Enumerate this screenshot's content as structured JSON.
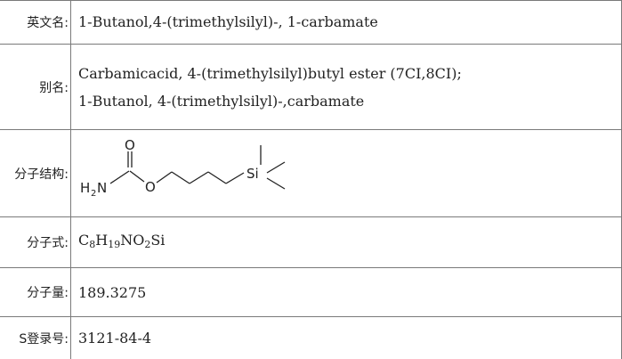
{
  "rows": {
    "english_name": {
      "label": "英文名:",
      "value": "1-Butanol,4-(trimethylsilyl)-, 1-carbamate"
    },
    "alias": {
      "label": "别名:",
      "line1": "Carbamicacid, 4-(trimethylsilyl)butyl ester (7CI,8CI);",
      "line2": "1-Butanol, 4-(trimethylsilyl)-,carbamate"
    },
    "structure": {
      "label": "分子结构:",
      "atoms": {
        "oxygen_top": "O",
        "amine": "H",
        "amine_sub": "2",
        "amine_n": "N",
        "oxygen_ester": "O",
        "silicon": "Si"
      }
    },
    "formula": {
      "label": "分子式:",
      "c": "C",
      "c_n": "8",
      "h": "H",
      "h_n": "19",
      "no": "NO",
      "o_n": "2",
      "si": "Si"
    },
    "weight": {
      "label": "分子量:",
      "value": "189.3275"
    },
    "cas": {
      "label": "S登录号:",
      "value": "3121-84-4"
    }
  }
}
